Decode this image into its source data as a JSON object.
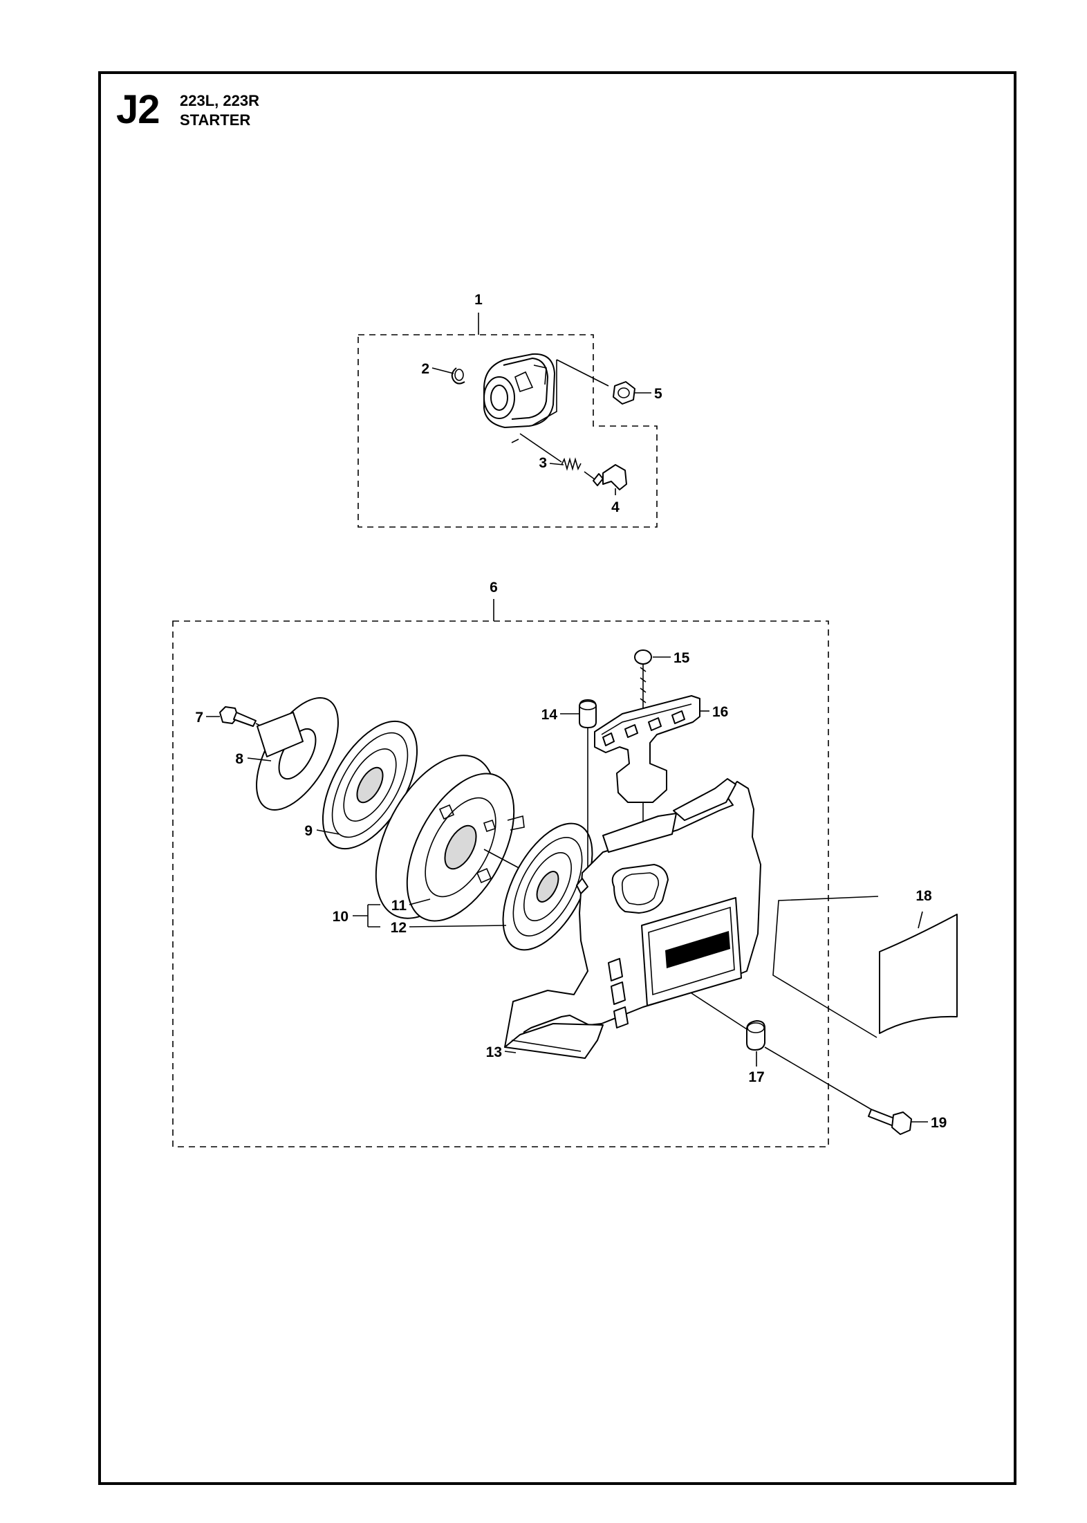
{
  "header": {
    "section_code": "J2",
    "models": "223L, 223R",
    "title": "STARTER"
  },
  "callouts": [
    {
      "id": "1",
      "text": "1"
    },
    {
      "id": "2",
      "text": "2"
    },
    {
      "id": "3",
      "text": "3"
    },
    {
      "id": "4",
      "text": "4"
    },
    {
      "id": "5",
      "text": "5"
    },
    {
      "id": "6",
      "text": "6"
    },
    {
      "id": "7",
      "text": "7"
    },
    {
      "id": "8",
      "text": "8"
    },
    {
      "id": "9",
      "text": "9"
    },
    {
      "id": "10",
      "text": "10"
    },
    {
      "id": "11",
      "text": "11"
    },
    {
      "id": "12",
      "text": "12"
    },
    {
      "id": "13",
      "text": "13"
    },
    {
      "id": "14",
      "text": "14"
    },
    {
      "id": "15",
      "text": "15"
    },
    {
      "id": "16",
      "text": "16"
    },
    {
      "id": "17",
      "text": "17"
    },
    {
      "id": "18",
      "text": "18"
    },
    {
      "id": "19",
      "text": "19"
    }
  ]
}
